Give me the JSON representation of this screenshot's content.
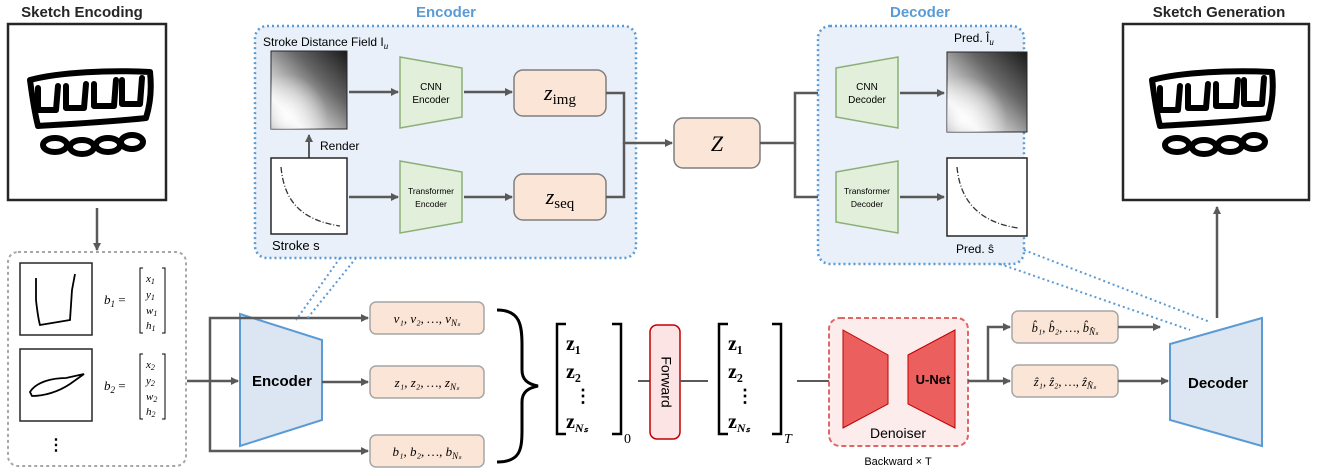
{
  "titles": {
    "sketch_encoding": "Sketch Encoding",
    "encoder": "Encoder",
    "decoder": "Decoder",
    "sketch_generation": "Sketch Generation"
  },
  "encoder_panel": {
    "sdf_label": "Stroke Distance Field I",
    "sdf_label_sub": "u",
    "render_label": "Render",
    "stroke_label": "Stroke s",
    "cnn_encoder": [
      "CNN",
      "Encoder"
    ],
    "transformer_encoder": [
      "Transformer",
      "Encoder"
    ],
    "z_img": "z",
    "z_img_sub": "img",
    "z_seq": "z",
    "z_seq_sub": "seq"
  },
  "z_center": "Z",
  "decoder_panel": {
    "pred_iu": "Pred. Î",
    "pred_iu_sub": "u",
    "pred_s": "Pred. ŝ",
    "cnn_decoder": [
      "CNN",
      "Decoder"
    ],
    "transformer_decoder": [
      "Transformer",
      "Decoder"
    ]
  },
  "input_panel": {
    "b1_lhs": "b",
    "b1_sub": "1",
    "b1_entries": [
      "x",
      "y",
      "w",
      "h"
    ],
    "b1_index": "1",
    "b2_lhs": "b",
    "b2_sub": "2",
    "b2_entries": [
      "x",
      "y",
      "w",
      "h"
    ],
    "b2_index": "2",
    "ellipsis": "⋮"
  },
  "main_encoder_label": "Encoder",
  "main_decoder_label": "Decoder",
  "token_boxes": {
    "v": "v₁, v₂, …, v",
    "z": "z₁, z₂, …, z",
    "b": "b₁, b₂, …, b",
    "sub_ns": "Nₛ"
  },
  "latent_matrix": {
    "rows": [
      "z₁",
      "z₂",
      "⋮",
      "z"
    ],
    "last_sub": "Nₛ",
    "left_sub": "0",
    "right_sub": "T"
  },
  "forward_label": "Forward",
  "unet_label": "U-Net",
  "denoiser_label": "Denoiser",
  "backward_label": "Backward × T",
  "output_tokens": {
    "b_hat": "b̂₁, b̂₂, …, b̂",
    "z_hat": "ẑ₁, ẑ₂, …, ẑ",
    "sub_ns_hat": "N̂ₛ"
  },
  "colors": {
    "panel_fill": "#e9f0f9",
    "panel_border": "#5b9bd5",
    "module_fill": "#e2efda",
    "module_stroke": "#8caf78",
    "latent_fill": "#fbe5d6",
    "latent_stroke": "#7f7f7f",
    "big_module_fill": "#dce6f2",
    "big_module_stroke": "#5b9bd5",
    "denoiser_border": "#e06666",
    "denoiser_fill": "#fdecec",
    "unet_fill": "#ec5f5f",
    "forward_fill": "#fce4e4",
    "forward_stroke": "#c00000",
    "title_blue": "#5b9bd5",
    "arrow": "#595959"
  }
}
